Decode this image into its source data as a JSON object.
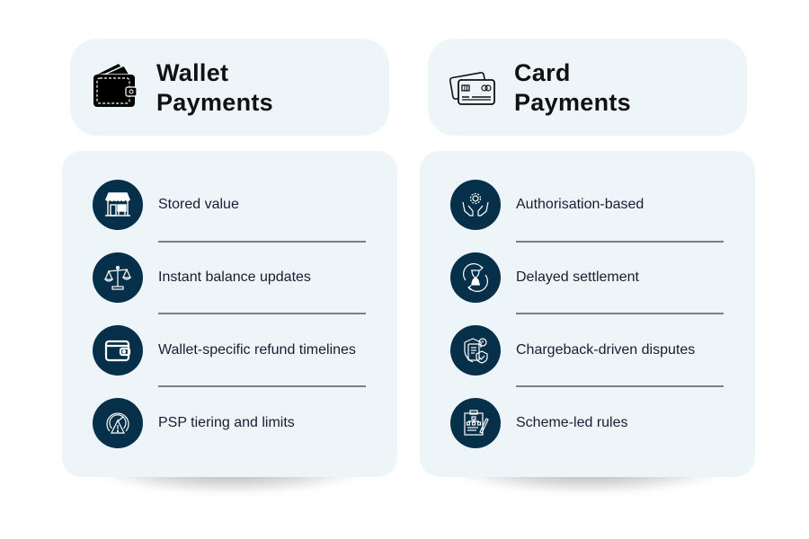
{
  "colors": {
    "card_background": "#edf5f9",
    "icon_circle": "#06304a",
    "title_text": "#111111",
    "item_text": "#1b1b33",
    "divider": "#7b7f84"
  },
  "wallet": {
    "title_line1": "Wallet",
    "title_line2": "Payments",
    "header_icon": "wallet-icon",
    "items": [
      {
        "label": "Stored value",
        "icon": "storefront-icon"
      },
      {
        "label": "Instant balance updates",
        "icon": "balance-scale-icon"
      },
      {
        "label": "Wallet-specific refund timelines",
        "icon": "wallet-icon"
      },
      {
        "label": "PSP tiering and limits",
        "icon": "gauge-warning-icon"
      }
    ]
  },
  "card": {
    "title_line1": "Card",
    "title_line2": "Payments",
    "header_icon": "credit-cards-icon",
    "items": [
      {
        "label": "Authorisation-based",
        "icon": "hands-gear-icon"
      },
      {
        "label": "Delayed settlement",
        "icon": "hourglass-cycle-icon"
      },
      {
        "label": "Chargeback-driven disputes",
        "icon": "shield-document-icon"
      },
      {
        "label": "Scheme-led rules",
        "icon": "clipboard-flowchart-icon"
      }
    ]
  }
}
